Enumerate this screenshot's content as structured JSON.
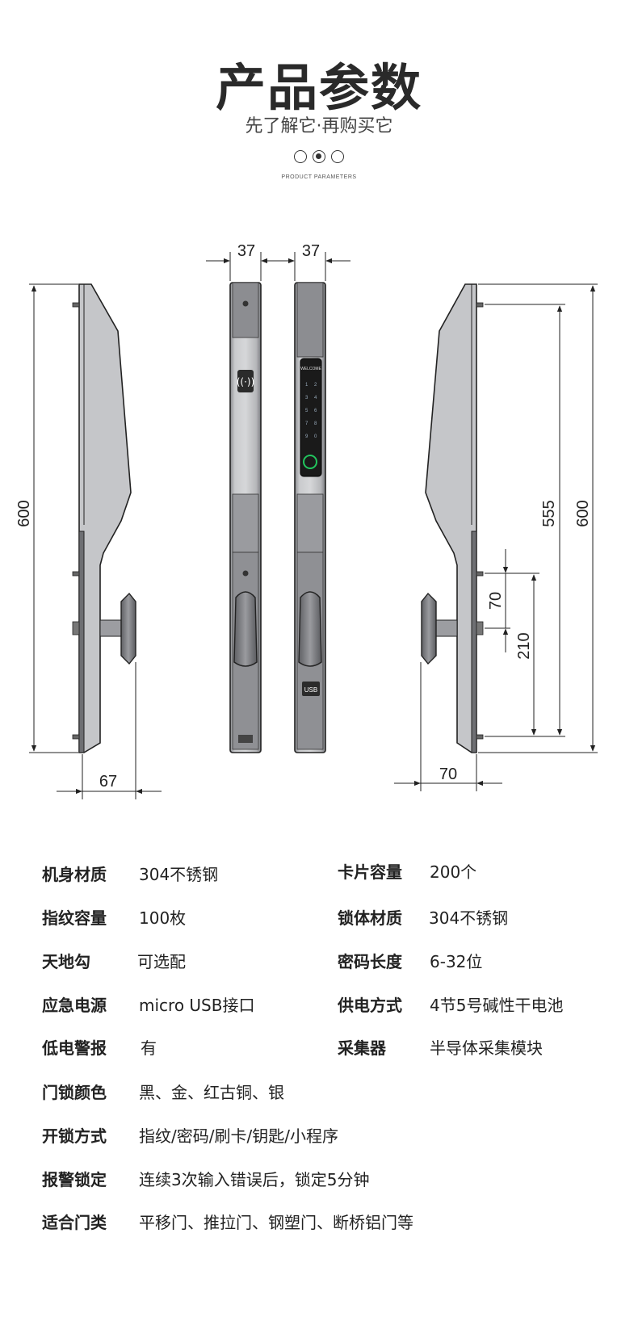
{
  "header": {
    "title": "产品参数",
    "subtitle": "先了解它·再购买它",
    "caption": "PRODUCT PARAMETERS"
  },
  "drawing": {
    "dims": {
      "width_a": "37",
      "width_b": "37",
      "height_left": "600",
      "depth_left": "67",
      "height_right_inner": "555",
      "height_right_outer": "600",
      "hole_spacing": "70",
      "handle_height": "210",
      "depth_right": "70"
    },
    "panel_text": {
      "welcome": "WELCOME",
      "usb": "USB"
    },
    "colors": {
      "metal": "#b9babd",
      "metal_dark": "#7d7e82",
      "outline": "#222222",
      "screen": "#1a1a1a",
      "fingerprint_ring": "#22c55e"
    }
  },
  "specs": {
    "left": [
      {
        "label": "机身材质",
        "value": "304不锈钢"
      },
      {
        "label": "指纹容量",
        "value": "100枚"
      },
      {
        "label": "天地勾",
        "value": "可选配"
      },
      {
        "label": "应急电源",
        "value": "micro USB接口"
      },
      {
        "label": "低电警报",
        "value": "有"
      },
      {
        "label": "门锁颜色",
        "value": "黑、金、红古铜、银"
      },
      {
        "label": "开锁方式",
        "value": "指纹/密码/刷卡/钥匙/小程序"
      },
      {
        "label": "报警锁定",
        "value": "连续3次输入错误后，锁定5分钟"
      },
      {
        "label": "适合门类",
        "value": "平移门、推拉门、钢塑门、断桥铝门等"
      }
    ],
    "right": [
      {
        "label": "卡片容量",
        "value": "200个"
      },
      {
        "label": "锁体材质",
        "value": "304不锈钢"
      },
      {
        "label": "密码长度",
        "value": "6-32位"
      },
      {
        "label": "供电方式",
        "value": "4节5号碱性干电池"
      },
      {
        "label": "采集器",
        "value": "半导体采集模块"
      }
    ]
  }
}
